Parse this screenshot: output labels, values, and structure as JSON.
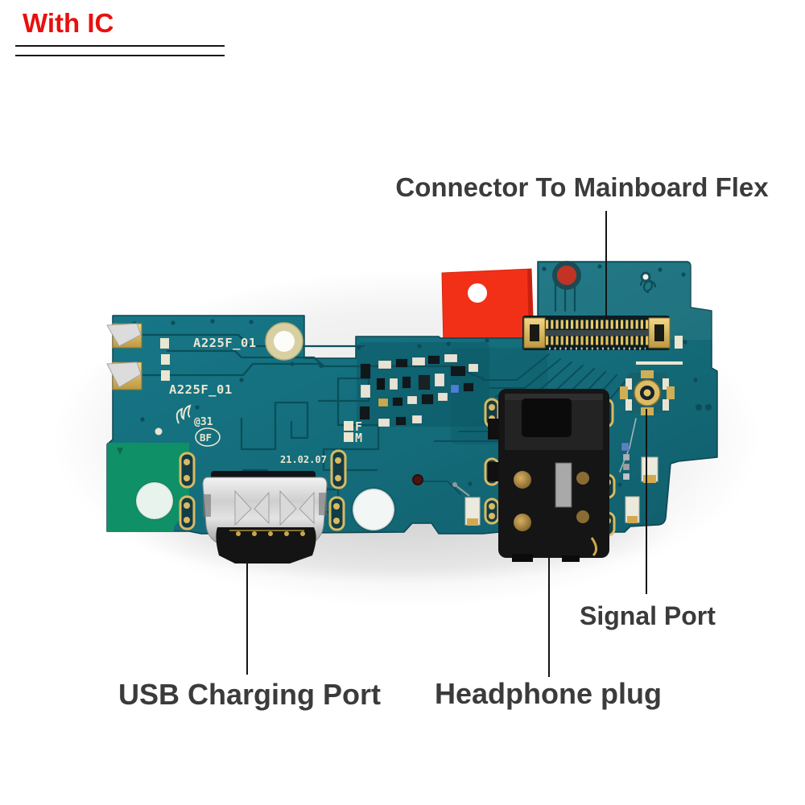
{
  "header": {
    "title": "With IC",
    "title_color": "#e8100c"
  },
  "annotations": {
    "connector_label": "Connector To Mainboard Flex",
    "signal_label": "Signal Port",
    "usb_label": "USB Charging Port",
    "headphone_label": "Headphone plug",
    "label_color": "#3b3b3b"
  },
  "board": {
    "silkscreen": {
      "model_top": "A225F_01",
      "model_mid": "A225F_01",
      "date_code": "21.02.07",
      "marker_f": "F",
      "marker_m": "M",
      "cert_text": "@31",
      "badge": "BF"
    },
    "colors": {
      "pcb_teal": "#156f7d",
      "trace_dark": "#0a4f5a",
      "silkscreen_white": "#eae6d0",
      "gold": "#d9ba62",
      "sticker_red": "#f23018",
      "tab_green": "#109066",
      "metal_silver": "#d8d8d8",
      "jack_black": "#151515"
    }
  }
}
